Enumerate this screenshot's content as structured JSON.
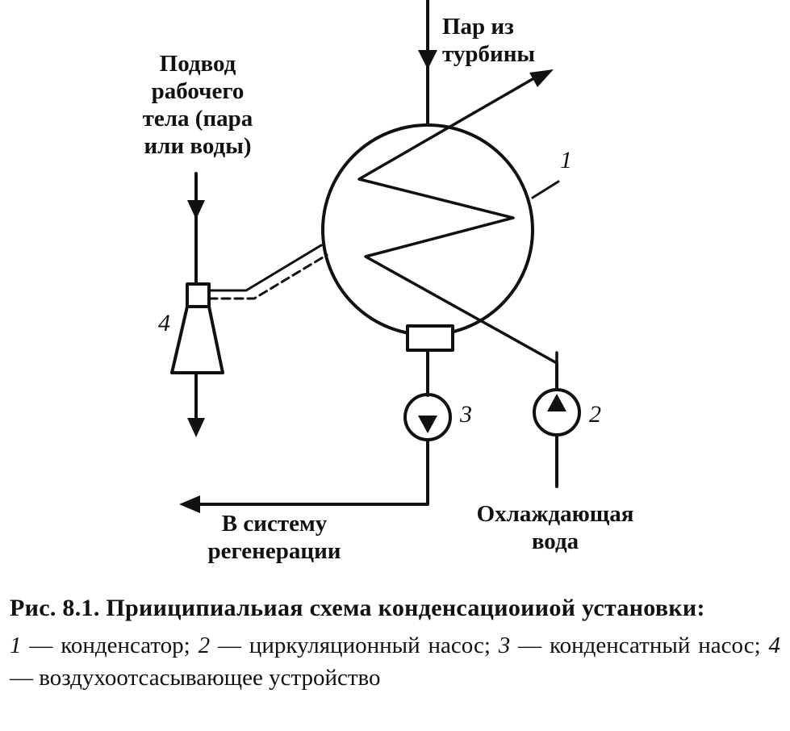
{
  "labels": {
    "steam_in": [
      "Пар из",
      "турбины"
    ],
    "working_fluid": [
      "Подвод",
      "рабочего",
      "тела (пара",
      "или воды)"
    ],
    "regen": [
      "В систему",
      "регенерации"
    ],
    "cooling_water": [
      "Охлаждающая",
      "вода"
    ]
  },
  "numbers": {
    "condenser": "1",
    "circ_pump": "2",
    "cond_pump": "3",
    "ejector": "4"
  },
  "caption": {
    "title": "Рис. 8.1. Прииципиальиая схема конденсациоииой установки:",
    "legend": [
      {
        "num": "1",
        "text": " — конденсатор; "
      },
      {
        "num": "2",
        "text": " — циркуляционный насос; "
      },
      {
        "num": "3",
        "text": " — конденсатный насос; "
      },
      {
        "num": "4",
        "text": " — воздухоотсасывающее устройство"
      }
    ]
  }
}
